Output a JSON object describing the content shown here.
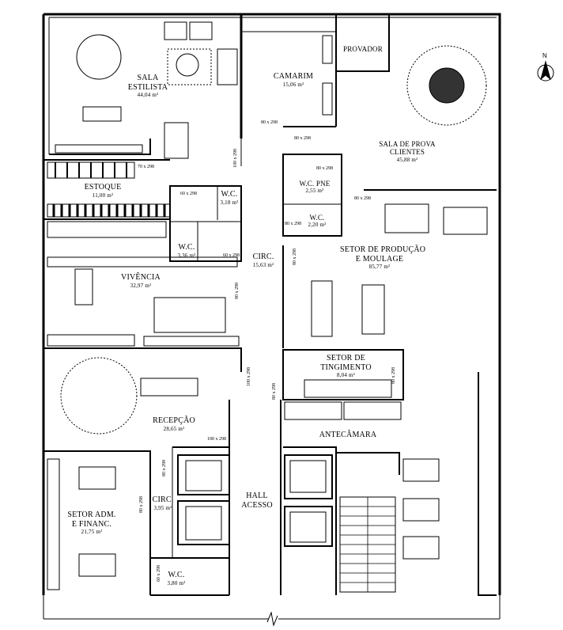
{
  "rooms": {
    "sala_estilista": {
      "name1": "SALA",
      "name2": "ESTILISTA",
      "area": "44,04 m²"
    },
    "camarim": {
      "name": "CAMARIM",
      "area": "15,06 m²"
    },
    "provador": {
      "name": "PROVADOR"
    },
    "sala_prova": {
      "name1": "SALA DE PROVA",
      "name2": "CLIENTES",
      "area": "45,88 m²"
    },
    "estoque": {
      "name": "ESTOQUE",
      "area": "11,00 m²"
    },
    "wc1": {
      "name": "W.C.",
      "area": "3,18 m²"
    },
    "wc2": {
      "name": "W.C.",
      "area": "3,36 m²"
    },
    "wc_pne": {
      "name": "W.C. PNE",
      "area": "2,55 m²"
    },
    "wc3": {
      "name": "W.C.",
      "area": "2,20 m²"
    },
    "circ1": {
      "name": "CIRC.",
      "area": "15,63 m²"
    },
    "producao": {
      "name1": "SETOR DE PRODUÇÃO",
      "name2": "E MOULAGE",
      "area": "85,77 m²"
    },
    "vivencia": {
      "name": "VIVÊNCIA",
      "area": "32,97 m²"
    },
    "tingimento": {
      "name1": "SETOR DE",
      "name2": "TINGIMENTO",
      "area": "8,04 m²"
    },
    "recepcao": {
      "name": "RECEPÇÃO",
      "area": "28,65 m²"
    },
    "antecamara": {
      "name": "ANTECÂMARA"
    },
    "hall": {
      "name1": "HALL",
      "name2": "ACESSO"
    },
    "circ2": {
      "name": "CIRC.",
      "area": "3,95 m²"
    },
    "adm": {
      "name1": "SETOR ADM.",
      "name2": "E FINANC.",
      "area": "21,75 m²"
    },
    "wc4": {
      "name": "W.C.",
      "area": "3,80 m²"
    }
  },
  "doors": {
    "d1": "80 x 298",
    "d2": "80 x 298",
    "d3": "70 x 298",
    "d4": "100 x 298",
    "d5": "80 x 298",
    "d6": "80 x 298",
    "d7": "60 x 298",
    "d8": "60 x 298",
    "d9": "80 x 298",
    "d10": "80 x 298",
    "d11": "80 x 298",
    "d12": "80 x 298",
    "d13": "100 x 298",
    "d14": "80 x 298",
    "d15": "100 x 298",
    "d16": "80 x 298",
    "d17": "80 x 298",
    "d18": "60 x 298"
  },
  "north_label": "N",
  "colors": {
    "wall": "#000000",
    "line": "#000000",
    "bg": "#ffffff"
  }
}
